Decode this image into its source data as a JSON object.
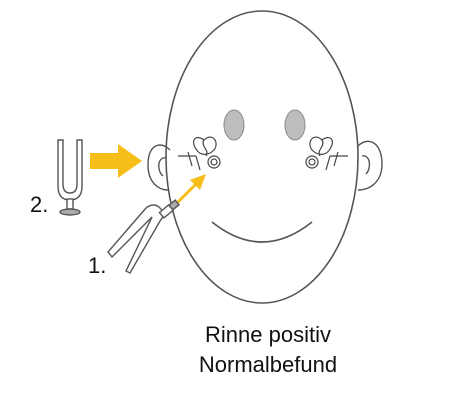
{
  "steps": {
    "step_1": "1.",
    "step_2": "2."
  },
  "caption": {
    "line_1": "Rinne positiv",
    "line_2": "Normalbefund"
  },
  "colors": {
    "arrow": "#f5be19",
    "eye": "#bdbdbd",
    "stroke": "#555555",
    "fork_fill": "#ffffff"
  },
  "icons": [
    "tuning-fork-icon",
    "ear-icon",
    "inner-ear-icon",
    "arrow-icon"
  ]
}
